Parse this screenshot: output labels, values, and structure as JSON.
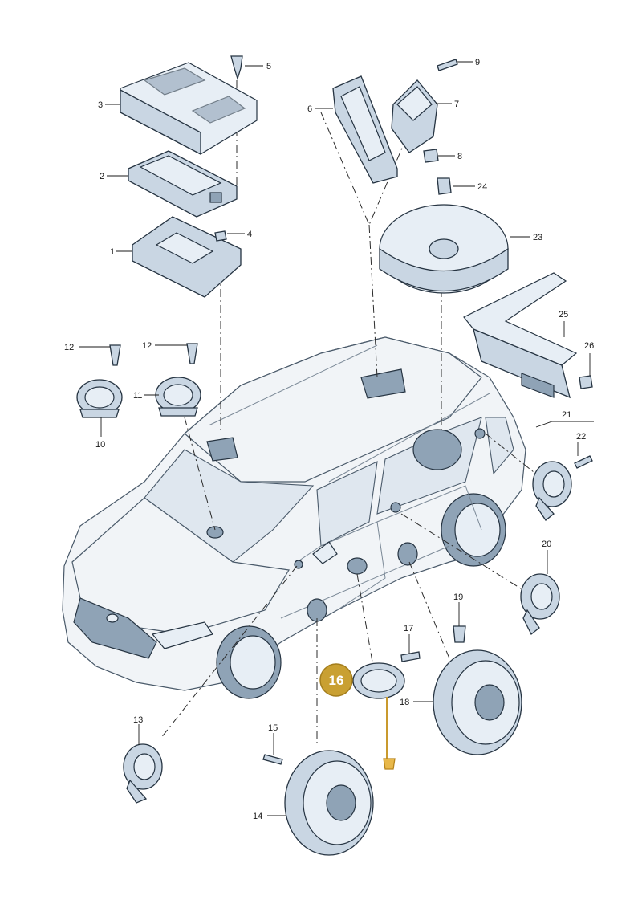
{
  "callouts": {
    "c1": "1",
    "c2": "2",
    "c3": "3",
    "c4": "4",
    "c5": "5",
    "c6": "6",
    "c7": "7",
    "c8": "8",
    "c9": "9",
    "c10": "10",
    "c11": "11",
    "c12a": "12",
    "c12b": "12",
    "c13": "13",
    "c14": "14",
    "c15": "15",
    "c16": "16",
    "c17": "17",
    "c18": "18",
    "c19": "19",
    "c20": "20",
    "c21": "21",
    "c22": "22",
    "c23": "23",
    "c24": "24",
    "c25": "25",
    "c26": "26"
  },
  "highlight": {
    "part_number": "16",
    "color": "#c99a2e",
    "badge_color": "#c9a032"
  },
  "colors": {
    "part_fill": "#c9d6e3",
    "outline": "#263442",
    "car_body": "#f1f4f7"
  }
}
